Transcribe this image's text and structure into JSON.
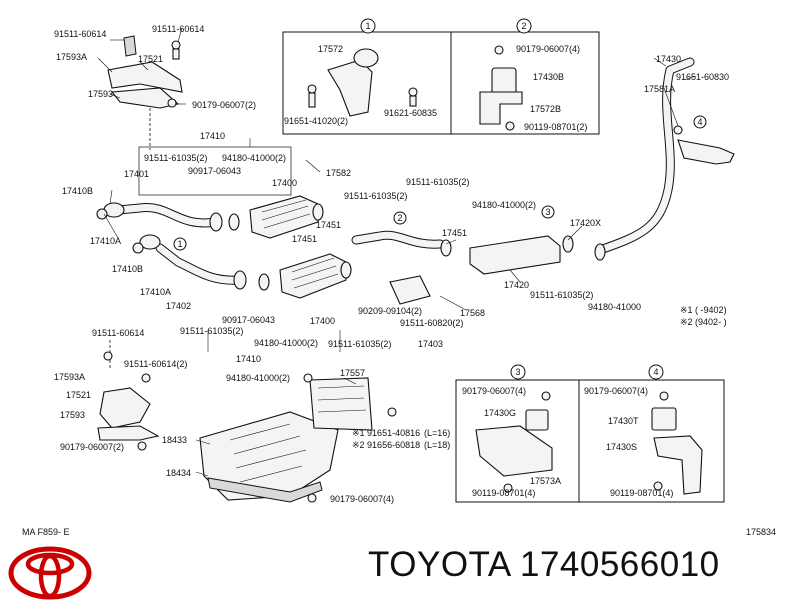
{
  "labels": {
    "l17430": "17430",
    "l17581A": "17581A",
    "l91651_60830": "91651-60830",
    "l91511_60614_top": "91511-60614",
    "l91511_60614_top2": "91511-60614",
    "l17593A_top": "17593A",
    "l17521_top": "17521",
    "l17593_top": "17593",
    "l90179_06007_2_top": "90179-06007(2)",
    "l17410": "17410",
    "l91511_61035_2_a": "91511-61035(2)",
    "l94180_41000_2_a": "94180-41000(2)",
    "l90917_06043_a": "90917-06043",
    "l17401": "17401",
    "l17400_a": "17400",
    "l17582": "17582",
    "l17410B_a": "17410B",
    "l17410A_a": "17410A",
    "l17451_a": "17451",
    "l17451_b": "17451",
    "l17451_c": "17451",
    "l91511_61035_2_b": "91511-61035(2)",
    "l91511_61035_2_c": "91511-61035(2)",
    "l94180_41000_2_b": "94180-41000(2)",
    "l17420X": "17420X",
    "l17410B_b": "17410B",
    "l17410A_b": "17410A",
    "l17402": "17402",
    "l90917_06043_b": "90917-06043",
    "l91511_61035_2_d": "91511-61035(2)",
    "l94180_41000_2_c": "94180-41000(2)",
    "l17400_b": "17400",
    "l90209_09104_2": "90209-09104(2)",
    "l91511_60820_2": "91511-60820(2)",
    "l17568": "17568",
    "l17420": "17420",
    "l91511_61035_2_e": "91511-61035(2)",
    "l94180_41000_b": "94180-41000",
    "l17410_b": "17410",
    "l91511_61035_2_f": "91511-61035(2)",
    "l17403": "17403",
    "l91511_60614_bot": "91511-60614",
    "l91511_60614_2_bot": "91511-60614(2)",
    "l17593A_bot": "17593A",
    "l17521_bot": "17521",
    "l17593_bot": "17593",
    "l90179_06007_2_bot": "90179-06007(2)",
    "l94180_41000_2_d": "94180-41000(2)",
    "l17557": "17557",
    "l18433": "18433",
    "l18434": "18434",
    "l191651_40816": "※1 91651-40816",
    "l291656_60818": "※2 91656-60818",
    "lL16": "(L=16)",
    "lL18": "(L=18)",
    "l90179_06007_4_bot": "90179-06007(4)",
    "note1": "※1 (       -9402)",
    "note2": "※2 (9402-       )"
  },
  "boxes": {
    "box1": {
      "num": "1",
      "l17572": "17572",
      "l91651_41020_2": "91651-41020(2)",
      "l91621_60835": "91621-60835"
    },
    "box2": {
      "num": "2",
      "l90179_06007_4": "90179-06007(4)",
      "l17430B": "17430B",
      "l17572B": "17572B",
      "l90119_08701_2": "90119-08701(2)"
    },
    "box3": {
      "num": "3",
      "l90179_06007_4": "90179-06007(4)",
      "l17430G": "17430G",
      "l17573A": "17573A",
      "l90119_08701_4": "90119-08701(4)"
    },
    "box4": {
      "num": "4",
      "l90179_06007_4": "90179-06007(4)",
      "l17430T": "17430T",
      "l17430S": "17430S",
      "l90119_08701_4": "90119-08701(4)"
    }
  },
  "callouts": [
    "2",
    "1",
    "3",
    "4"
  ],
  "footer": {
    "diagram_code": "MA F859- E",
    "figure_id": "175834",
    "brand": "TOYOTA",
    "part_number": "1740566010"
  },
  "colors": {
    "logo": "#cc0000",
    "ink": "#111111"
  }
}
